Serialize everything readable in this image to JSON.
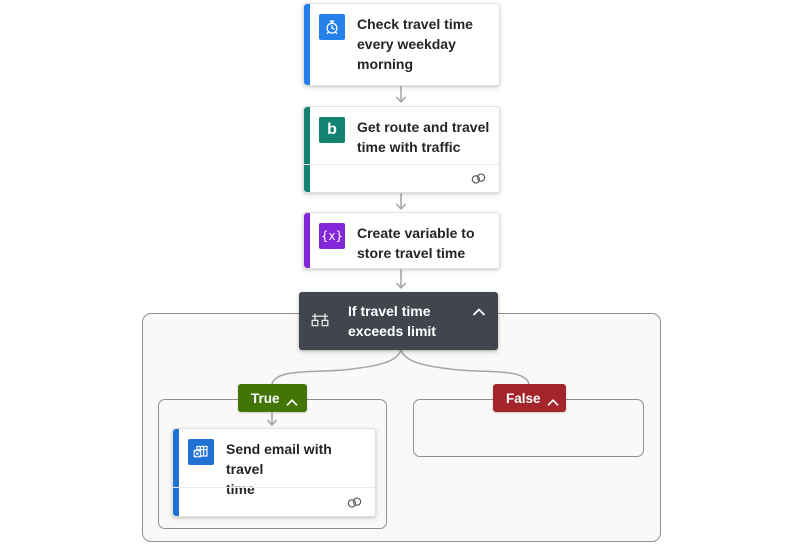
{
  "app": "flow-designer",
  "steps": {
    "recurrence": {
      "title": "Check travel time\nevery weekday\nmorning",
      "icon": "alarm-clock-icon",
      "color": "#2680EB"
    },
    "bing_maps": {
      "title": "Get route and travel\ntime with traffic",
      "icon": "bing-icon",
      "icon_text": "b",
      "color": "#148270",
      "has_connection": true
    },
    "variable": {
      "title": "Create variable to\nstore travel time",
      "icon": "variable-icon",
      "icon_text": "{x}",
      "color": "#8328D8"
    },
    "condition": {
      "title": "If travel time\nexceeds limit",
      "icon": "condition-icon",
      "color": "#40454E",
      "collapse_icon": "chevron-up-icon"
    },
    "send_email": {
      "title": "Send email with travel\ntime",
      "icon": "outlook-icon",
      "color": "#2071D3",
      "has_connection": true
    }
  },
  "branches": {
    "true": {
      "label": "True",
      "color": "#427505",
      "collapse_icon": "chevron-up-icon"
    },
    "false": {
      "label": "False",
      "color": "#A4262C",
      "collapse_icon": "chevron-up-icon"
    }
  },
  "colors": {
    "connector": "#A6A4A2",
    "scope_background": "#FAF9F7",
    "scope_border": "#929090",
    "card_border": "#E3E1DF",
    "title_text": "#252423",
    "footer_icon": "#5F5D5B"
  }
}
